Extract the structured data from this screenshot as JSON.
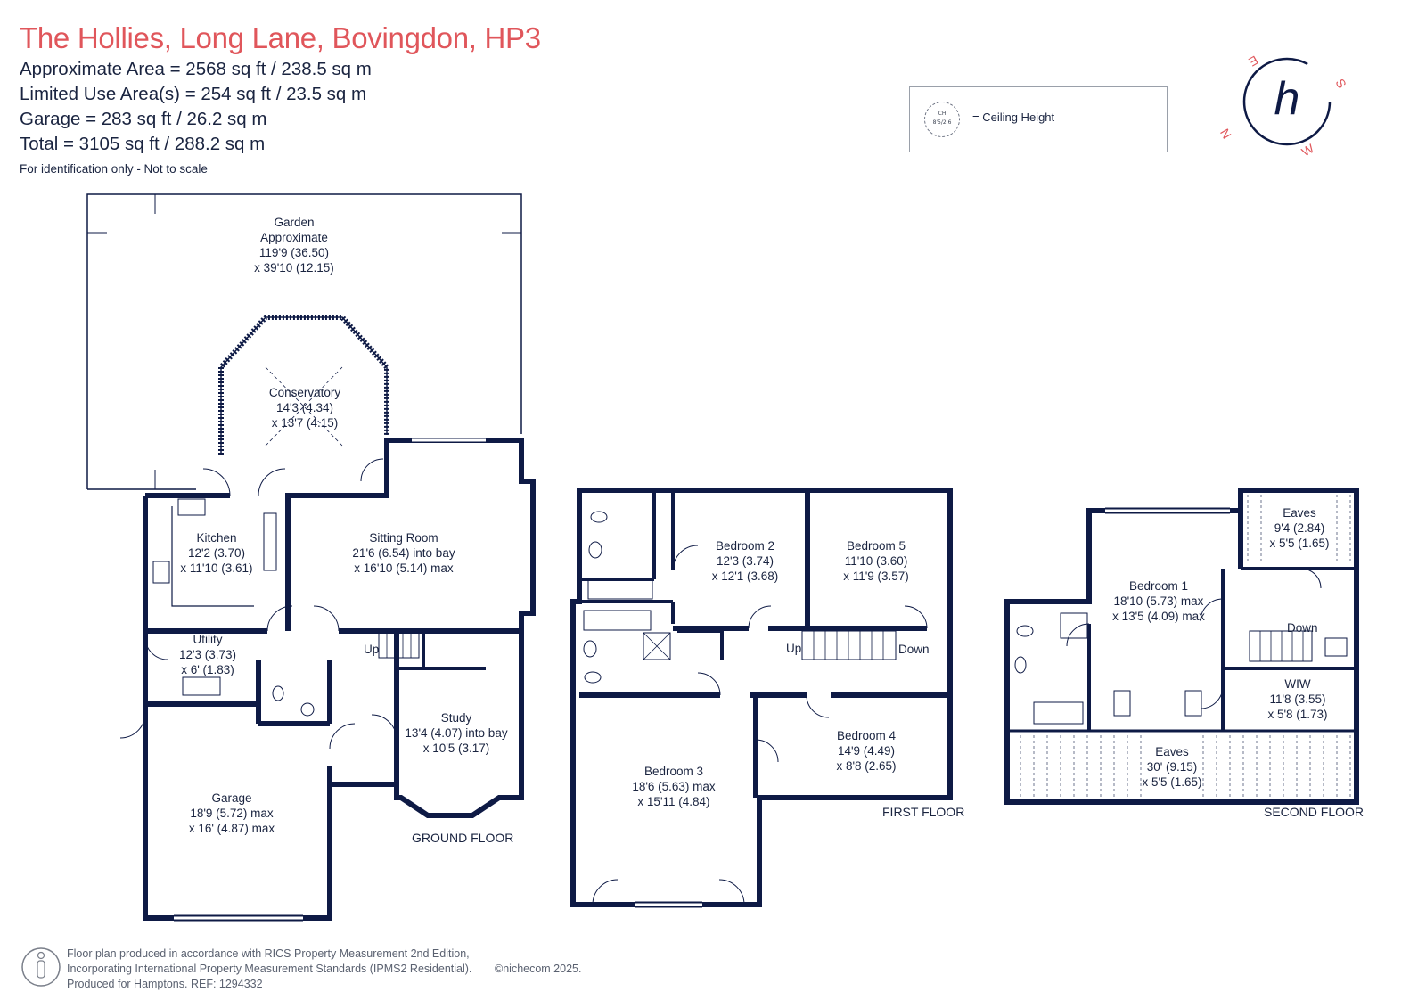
{
  "header": {
    "title": "The Hollies, Long Lane, Bovingdon, HP3",
    "lines": [
      "Approximate Area = 2568 sq ft / 238.5 sq m",
      "Limited Use Area(s) = 254 sq ft / 23.5 sq m",
      "Garage = 283 sq ft / 26.2 sq m",
      "Total = 3105 sq ft / 288.2 sq m"
    ],
    "disclaimer": "For identification only - Not to scale"
  },
  "legend": {
    "symbol_top": "CH",
    "symbol_bottom": "8'5/2.6",
    "text": "= Ceiling Height"
  },
  "compass": {
    "letters": [
      "S",
      "W",
      "N",
      "E"
    ],
    "logo_letter": "h"
  },
  "colors": {
    "wall": "#0e1a45",
    "title": "#e0565b",
    "text": "#1a2440"
  },
  "floors": {
    "ground": "GROUND FLOOR",
    "first": "FIRST FLOOR",
    "second": "SECOND FLOOR"
  },
  "rooms": {
    "garden": [
      "Garden",
      "Approximate",
      "119'9 (36.50)",
      "x 39'10 (12.15)"
    ],
    "conservatory": [
      "Conservatory",
      "14'3 (4.34)",
      "x 13'7 (4.15)"
    ],
    "kitchen": [
      "Kitchen",
      "12'2 (3.70)",
      "x 11'10 (3.61)"
    ],
    "sitting_room": [
      "Sitting Room",
      "21'6 (6.54) into bay",
      "x 16'10 (5.14) max"
    ],
    "utility": [
      "Utility",
      "12'3 (3.73)",
      "x 6' (1.83)"
    ],
    "study": [
      "Study",
      "13'4 (4.07) into bay",
      "x 10'5 (3.17)"
    ],
    "garage": [
      "Garage",
      "18'9 (5.72) max",
      "x 16' (4.87) max"
    ],
    "bedroom2": [
      "Bedroom 2",
      "12'3 (3.74)",
      "x 12'1 (3.68)"
    ],
    "bedroom5": [
      "Bedroom 5",
      "11'10 (3.60)",
      "x 11'9 (3.57)"
    ],
    "bedroom3": [
      "Bedroom 3",
      "18'6 (5.63) max",
      "x 15'11 (4.84)"
    ],
    "bedroom4": [
      "Bedroom 4",
      "14'9 (4.49)",
      "x 8'8 (2.65)"
    ],
    "bedroom1": [
      "Bedroom 1",
      "18'10 (5.73) max",
      "x 13'5 (4.09) max"
    ],
    "eaves_small": [
      "Eaves",
      "9'4 (2.84)",
      "x 5'5 (1.65)"
    ],
    "wiw": [
      "WIW",
      "11'8 (3.55)",
      "x 5'8 (1.73)"
    ],
    "eaves_large": [
      "Eaves",
      "30' (9.15)",
      "x 5'5 (1.65)"
    ]
  },
  "stairs": {
    "ground_up": "Up",
    "first_up": "Up",
    "first_down": "Down",
    "second_down": "Down"
  },
  "footer": {
    "line1": "Floor plan produced in accordance with RICS Property Measurement 2nd Edition,",
    "line2": "Incorporating International Property Measurement Standards (IPMS2 Residential).",
    "copyright": "©nichecom 2025.",
    "line3": "Produced for Hamptons.   REF: 1294332"
  }
}
